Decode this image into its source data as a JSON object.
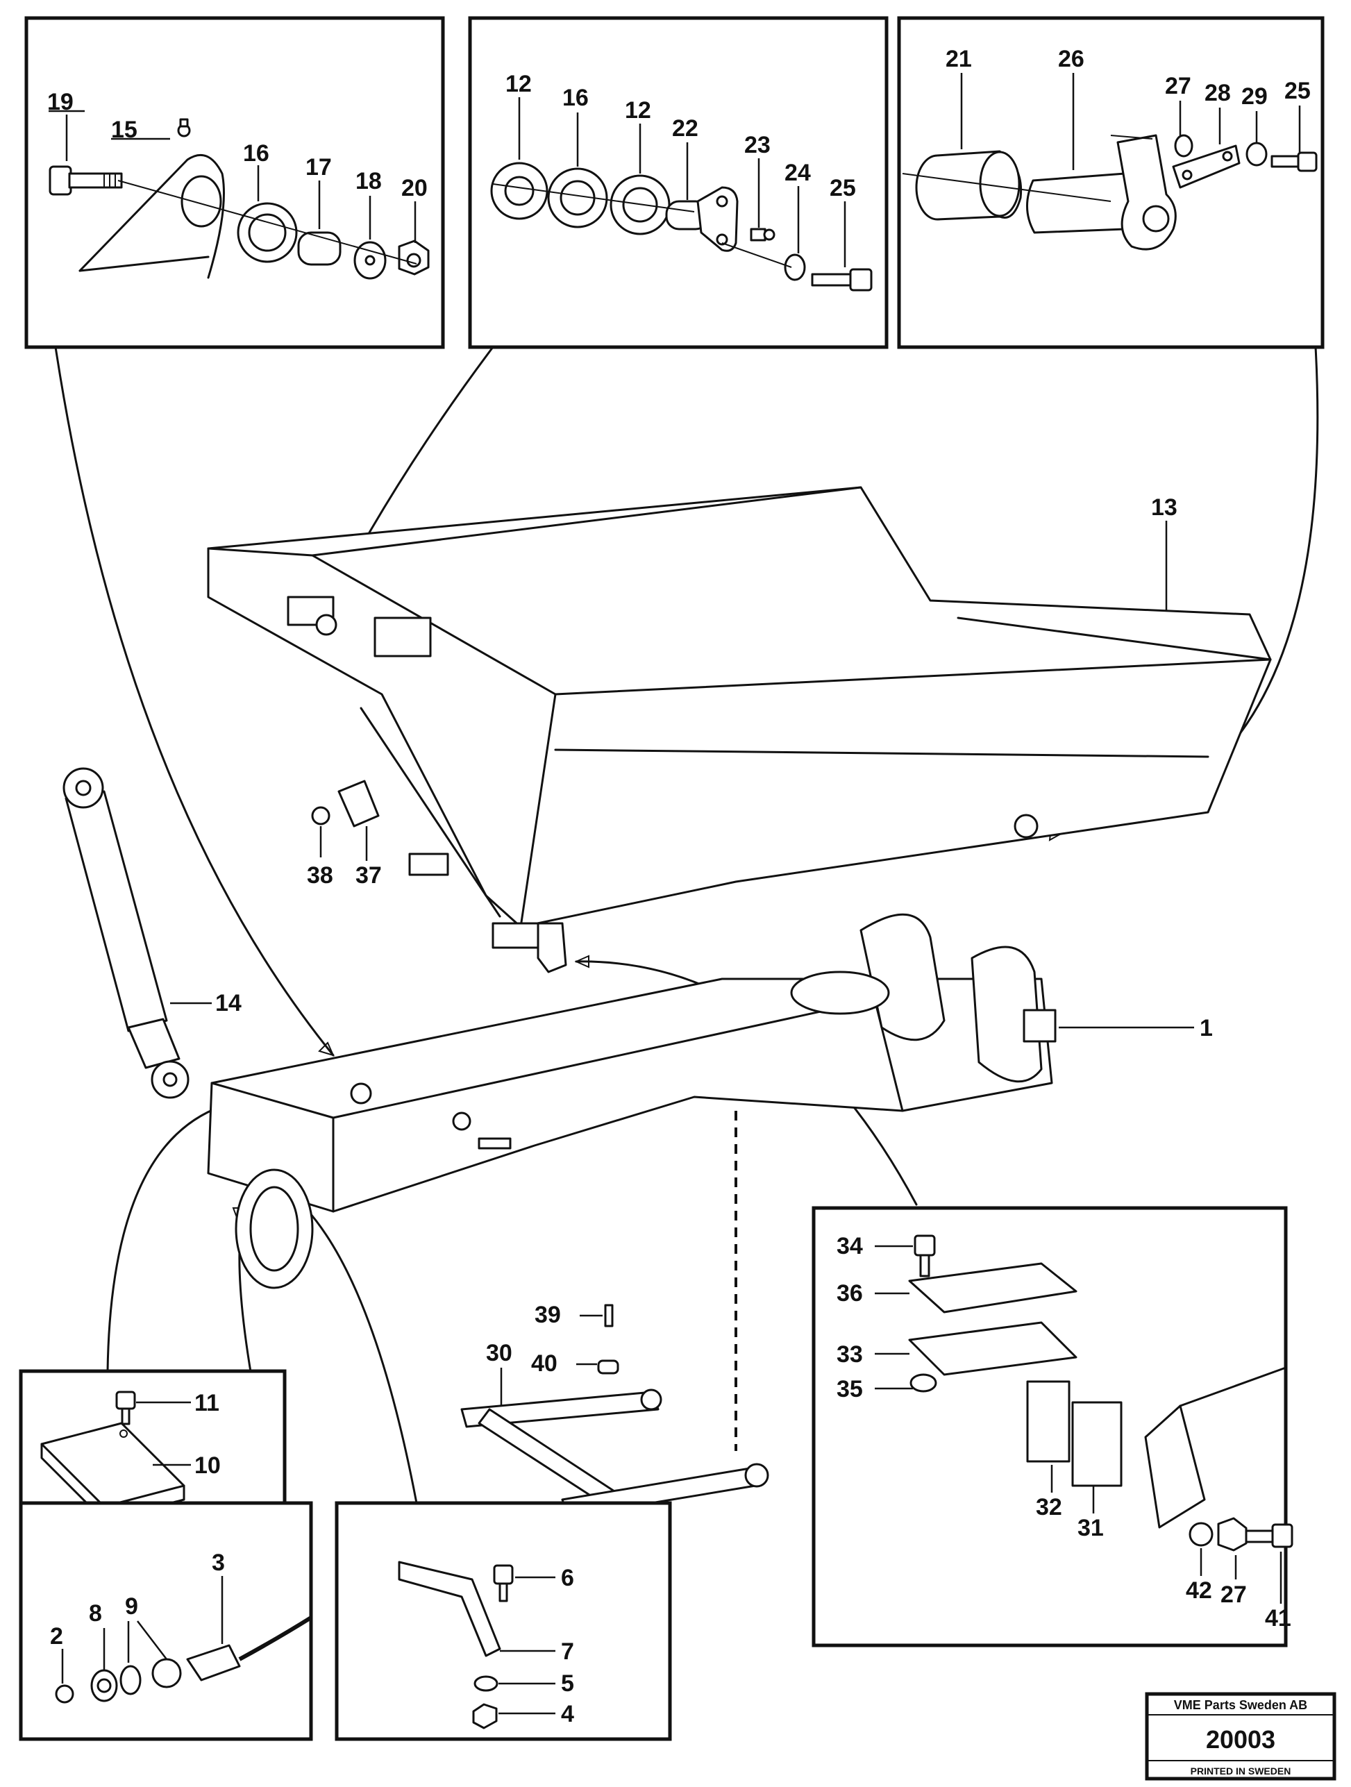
{
  "title_block": {
    "company": "VME Parts Sweden AB",
    "drawing_number": "20003",
    "printed": "PRINTED IN SWEDEN"
  },
  "callouts": {
    "c1": "1",
    "c2": "2",
    "c3": "3",
    "c4": "4",
    "c5": "5",
    "c6": "6",
    "c7": "7",
    "c8": "8",
    "c9": "9",
    "c10": "10",
    "c11": "11",
    "c12": "12",
    "c13": "13",
    "c14": "14",
    "c15": "15",
    "c16": "16",
    "c17": "17",
    "c18": "18",
    "c19": "19",
    "c20": "20",
    "c21": "21",
    "c22": "22",
    "c23": "23",
    "c24": "24",
    "c25": "25",
    "c26": "26",
    "c27": "27",
    "c28": "28",
    "c29": "29",
    "c30": "30",
    "c31": "31",
    "c32": "32",
    "c33": "33",
    "c34": "34",
    "c35": "35",
    "c36": "36",
    "c37": "37",
    "c38": "38",
    "c39": "39",
    "c40": "40",
    "c41": "41",
    "c42": "42"
  }
}
